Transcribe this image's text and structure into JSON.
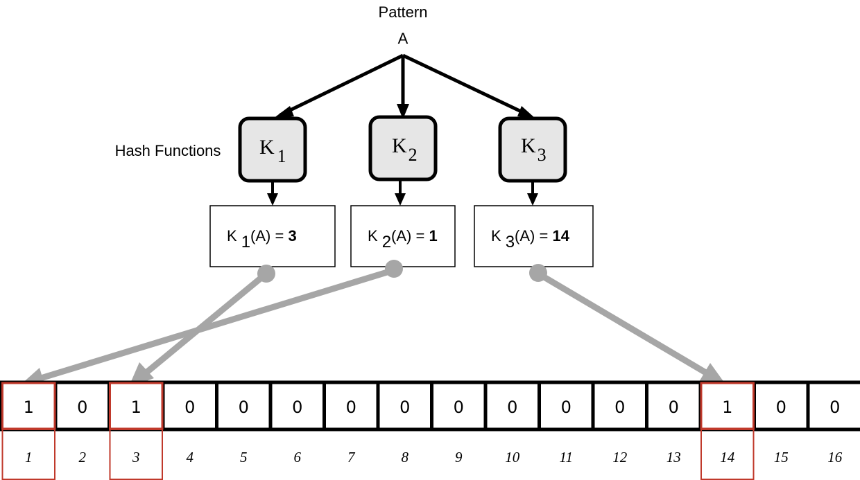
{
  "pattern": {
    "title": "Pattern",
    "name": "A"
  },
  "hash_label": "Hash Functions",
  "hash_functions": [
    {
      "letter": "K",
      "sub": "1",
      "result_sub": "1",
      "result_arg": "(A) = ",
      "result_value": "3",
      "target_index": 3
    },
    {
      "letter": "K",
      "sub": "2",
      "result_sub": "2",
      "result_arg": "(A) = ",
      "result_value": "1",
      "target_index": 1
    },
    {
      "letter": "K",
      "sub": "3",
      "result_sub": "3",
      "result_arg": "(A) = ",
      "result_value": "14",
      "target_index": 14
    }
  ],
  "bit_array": {
    "bits": [
      "1",
      "0",
      "1",
      "0",
      "0",
      "0",
      "0",
      "0",
      "0",
      "0",
      "0",
      "0",
      "0",
      "1",
      "0",
      "0"
    ],
    "indices": [
      "1",
      "2",
      "3",
      "4",
      "5",
      "6",
      "7",
      "8",
      "9",
      "10",
      "11",
      "12",
      "13",
      "14",
      "15",
      "16"
    ],
    "highlighted": [
      1,
      3,
      14
    ]
  },
  "colors": {
    "box_fill": "#e6e6e6",
    "stroke": "#000000",
    "highlight": "#c0392b",
    "connector": "#a6a6a6"
  }
}
